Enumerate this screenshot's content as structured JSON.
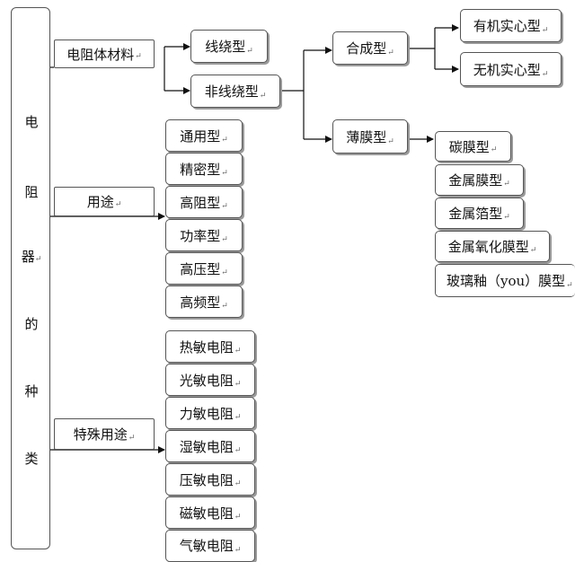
{
  "root": {
    "chars": [
      "电",
      "阻",
      "器",
      "的",
      "种",
      "类"
    ],
    "para_mark_after": 2
  },
  "para_mark": "↵",
  "level1": {
    "material": "电阻体材料",
    "usage": "用途",
    "special": "特殊用途"
  },
  "material": {
    "wire": "线绕型",
    "nonwire": "非线绕型"
  },
  "nonwire": {
    "composite": "合成型",
    "film": "薄膜型"
  },
  "composite": {
    "organic": "有机实心型",
    "inorganic": "无机实心型"
  },
  "film": [
    "碳膜型",
    "金属膜型",
    "金属箔型",
    "金属氧化膜型",
    "玻璃釉（you）膜型"
  ],
  "usage": [
    "通用型",
    "精密型",
    "高阻型",
    "功率型",
    "高压型",
    "高频型"
  ],
  "special": [
    "热敏电阻",
    "光敏电阻",
    "力敏电阻",
    "湿敏电阻",
    "压敏电阻",
    "磁敏电阻",
    "气敏电阻"
  ]
}
